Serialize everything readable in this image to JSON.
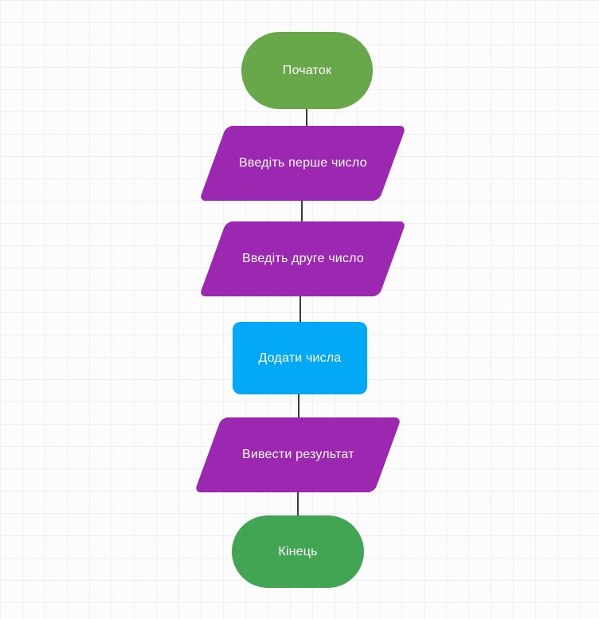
{
  "diagram": {
    "language": "uk",
    "edge_color": "#3a3a3a",
    "nodes": [
      {
        "id": "start",
        "type": "terminator",
        "label": "Початок",
        "color": "#69a74b"
      },
      {
        "id": "input1",
        "type": "io",
        "label": "Введіть перше число",
        "color": "#9c27b0"
      },
      {
        "id": "input2",
        "type": "io",
        "label": "Введіть друге число",
        "color": "#9c27b0"
      },
      {
        "id": "process",
        "type": "process",
        "label": "Додати числа",
        "color": "#03a9f4"
      },
      {
        "id": "output",
        "type": "io",
        "label": "Вивести результат",
        "color": "#9c27b0"
      },
      {
        "id": "end",
        "type": "terminator",
        "label": "Кінець",
        "color": "#42a553"
      }
    ],
    "edges": [
      {
        "from": "start",
        "to": "input1"
      },
      {
        "from": "input1",
        "to": "input2"
      },
      {
        "from": "input2",
        "to": "process"
      },
      {
        "from": "process",
        "to": "output"
      },
      {
        "from": "output",
        "to": "end"
      }
    ]
  }
}
